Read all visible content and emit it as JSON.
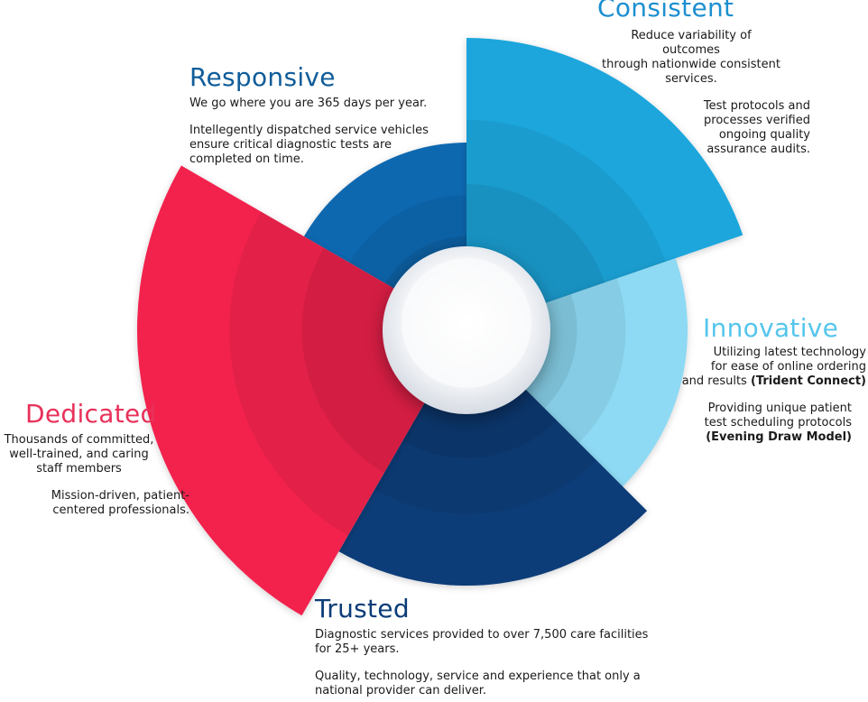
{
  "colors": {
    "consistent": "#1ea6dc",
    "innovative": "#8ed9f3",
    "trusted": "#0b3c78",
    "dedicated": "#f2234e",
    "responsive": "#1068b0",
    "title_consistent": "#1c8fd0",
    "title_responsive": "#0f5c99",
    "title_innovative": "#55c5ec",
    "title_dedicated": "#e8315a",
    "title_trusted": "#0b3c78"
  },
  "sections": {
    "consistent": {
      "title": "Consistent",
      "para_a": "Reduce variability of outcomes\nthrough nationwide consistent\nservices.",
      "para_b": "Test protocols and\nprocesses verified\nongoing quality\nassurance audits."
    },
    "responsive": {
      "title": "Responsive",
      "para_a": "We go where you are 365 days per year.",
      "para_b": "Intellegently dispatched service vehicles\nensure critical diagnostic tests are\ncompleted on time."
    },
    "innovative": {
      "title": "Innovative",
      "para_a_line1": "Utilizing latest technology",
      "para_a_line2": "for ease of online ordering",
      "para_a_line3": "and results ",
      "para_a_bold": "(Trident Connect)",
      "para_b_line1": "Providing unique patient",
      "para_b_line2": "test scheduling protocols",
      "para_b_bold": "(Evening Draw Model)"
    },
    "dedicated": {
      "title": "Dedicated",
      "para_a": "Thousands of committed,\nwell-trained, and caring\nstaff members",
      "para_b": "Mission-driven, patient-\ncentered professionals."
    },
    "trusted": {
      "title": "Trusted",
      "para_a": "Diagnostic services provided to over 7,500 care facilities\nfor 25+ years.",
      "para_b": "Quality, technology, service and experience that only a\nnational provider can deliver."
    }
  }
}
